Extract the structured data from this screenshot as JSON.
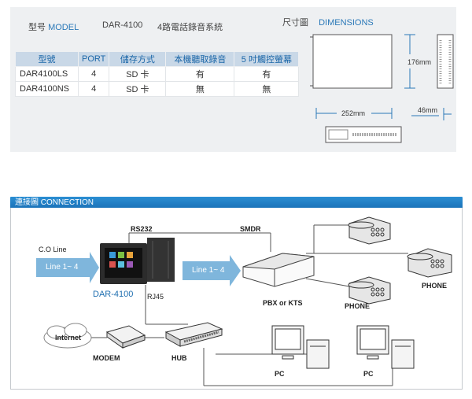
{
  "model": {
    "model_label": "型号",
    "model_label_en": "MODEL",
    "model_number": "DAR-4100",
    "description": "4路電話錄音系統"
  },
  "dimensions": {
    "title": "尺寸圖",
    "title_en": "DIMENSIONS",
    "height": "176mm",
    "width": "252mm",
    "depth": "46mm"
  },
  "spec_table": {
    "headers": [
      "型號",
      "PORT",
      "儲存方式",
      "本機聽取錄音",
      "5 吋觸控螢幕"
    ],
    "rows": [
      [
        "DAR4100LS",
        "4",
        "SD 卡",
        "有",
        "有"
      ],
      [
        "DAR4100NS",
        "4",
        "SD 卡",
        "無",
        "無"
      ]
    ]
  },
  "connection": {
    "title": "連接圖 CONNECTION",
    "labels": {
      "rs232": "RS232",
      "smdr": "SMDR",
      "co_line": "C.O Line",
      "line_in": "Line 1~ 4",
      "line_out": "Line 1~ 4",
      "device": "DAR-4100",
      "rj45": "RJ45",
      "pbx": "PBX or KTS",
      "phone_right": "PHONE",
      "phone_bottom": "PHONE",
      "internet": "Internet",
      "modem": "MODEM",
      "hub": "HUB",
      "pc_left": "PC",
      "pc_right": "PC"
    }
  },
  "colors": {
    "accent_blue": "#2a78b8",
    "header_bar": "#1f80c5",
    "arrow_blue": "#7fb6dc",
    "table_header": "#c9d8e7",
    "panel_bg": "#eef0f2"
  }
}
